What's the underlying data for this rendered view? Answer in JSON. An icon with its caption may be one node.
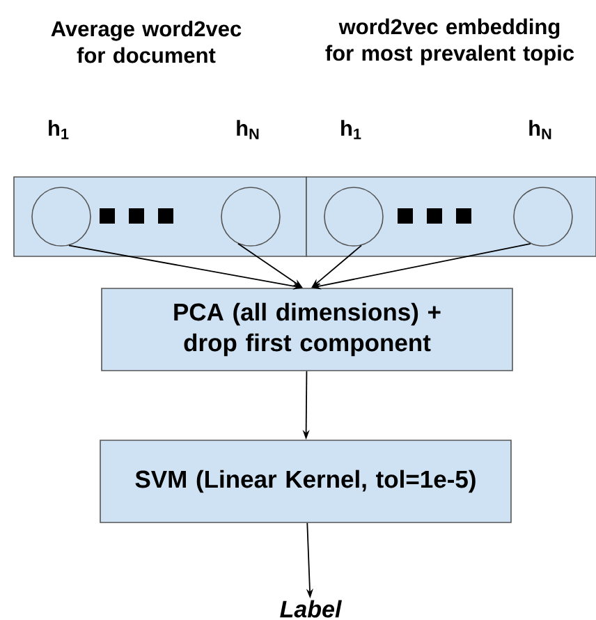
{
  "diagram": {
    "nodes": [
      {
        "text": [],
        "shape": "box"
      },
      {
        "text": [],
        "shape": "circle",
        "in": 0,
        "beside": [
          "h$_{1}$"
        ]
      },
      {
        "text": [],
        "shape": "circle",
        "in": 0,
        "beside": [
          "h$_{N}$"
        ]
      },
      {
        "text": [],
        "shape": "box"
      },
      {
        "text": [],
        "shape": "circle",
        "in": 3,
        "beside": [
          "h$_{1}$"
        ]
      },
      {
        "text": [],
        "shape": "circle",
        "in": 3,
        "beside": [
          "h$_{N}$"
        ]
      },
      {
        "text": [
          "PCA (all dimensions) + drop first component"
        ]
      },
      {
        "text": [
          "SVM (Linear Kernel, tol=1e-5)"
        ]
      },
      {
        "text": [
          "Label"
        ]
      }
    ],
    "edges": [
      {
        "from": 1,
        "to": 6,
        "arrow": "to"
      },
      {
        "from": 2,
        "to": 6,
        "arrow": "to"
      },
      {
        "from": 4,
        "to": 6,
        "arrow": "to"
      },
      {
        "from": 5,
        "to": 6,
        "arrow": "to"
      },
      {
        "from": 6,
        "to": 7,
        "arrow": "to"
      },
      {
        "from": 7,
        "to": 8,
        "arrow": "to"
      }
    ],
    "labels": [
      "Average word2vec for document",
      "word2vec embedding for most prevalent topic"
    ]
  }
}
